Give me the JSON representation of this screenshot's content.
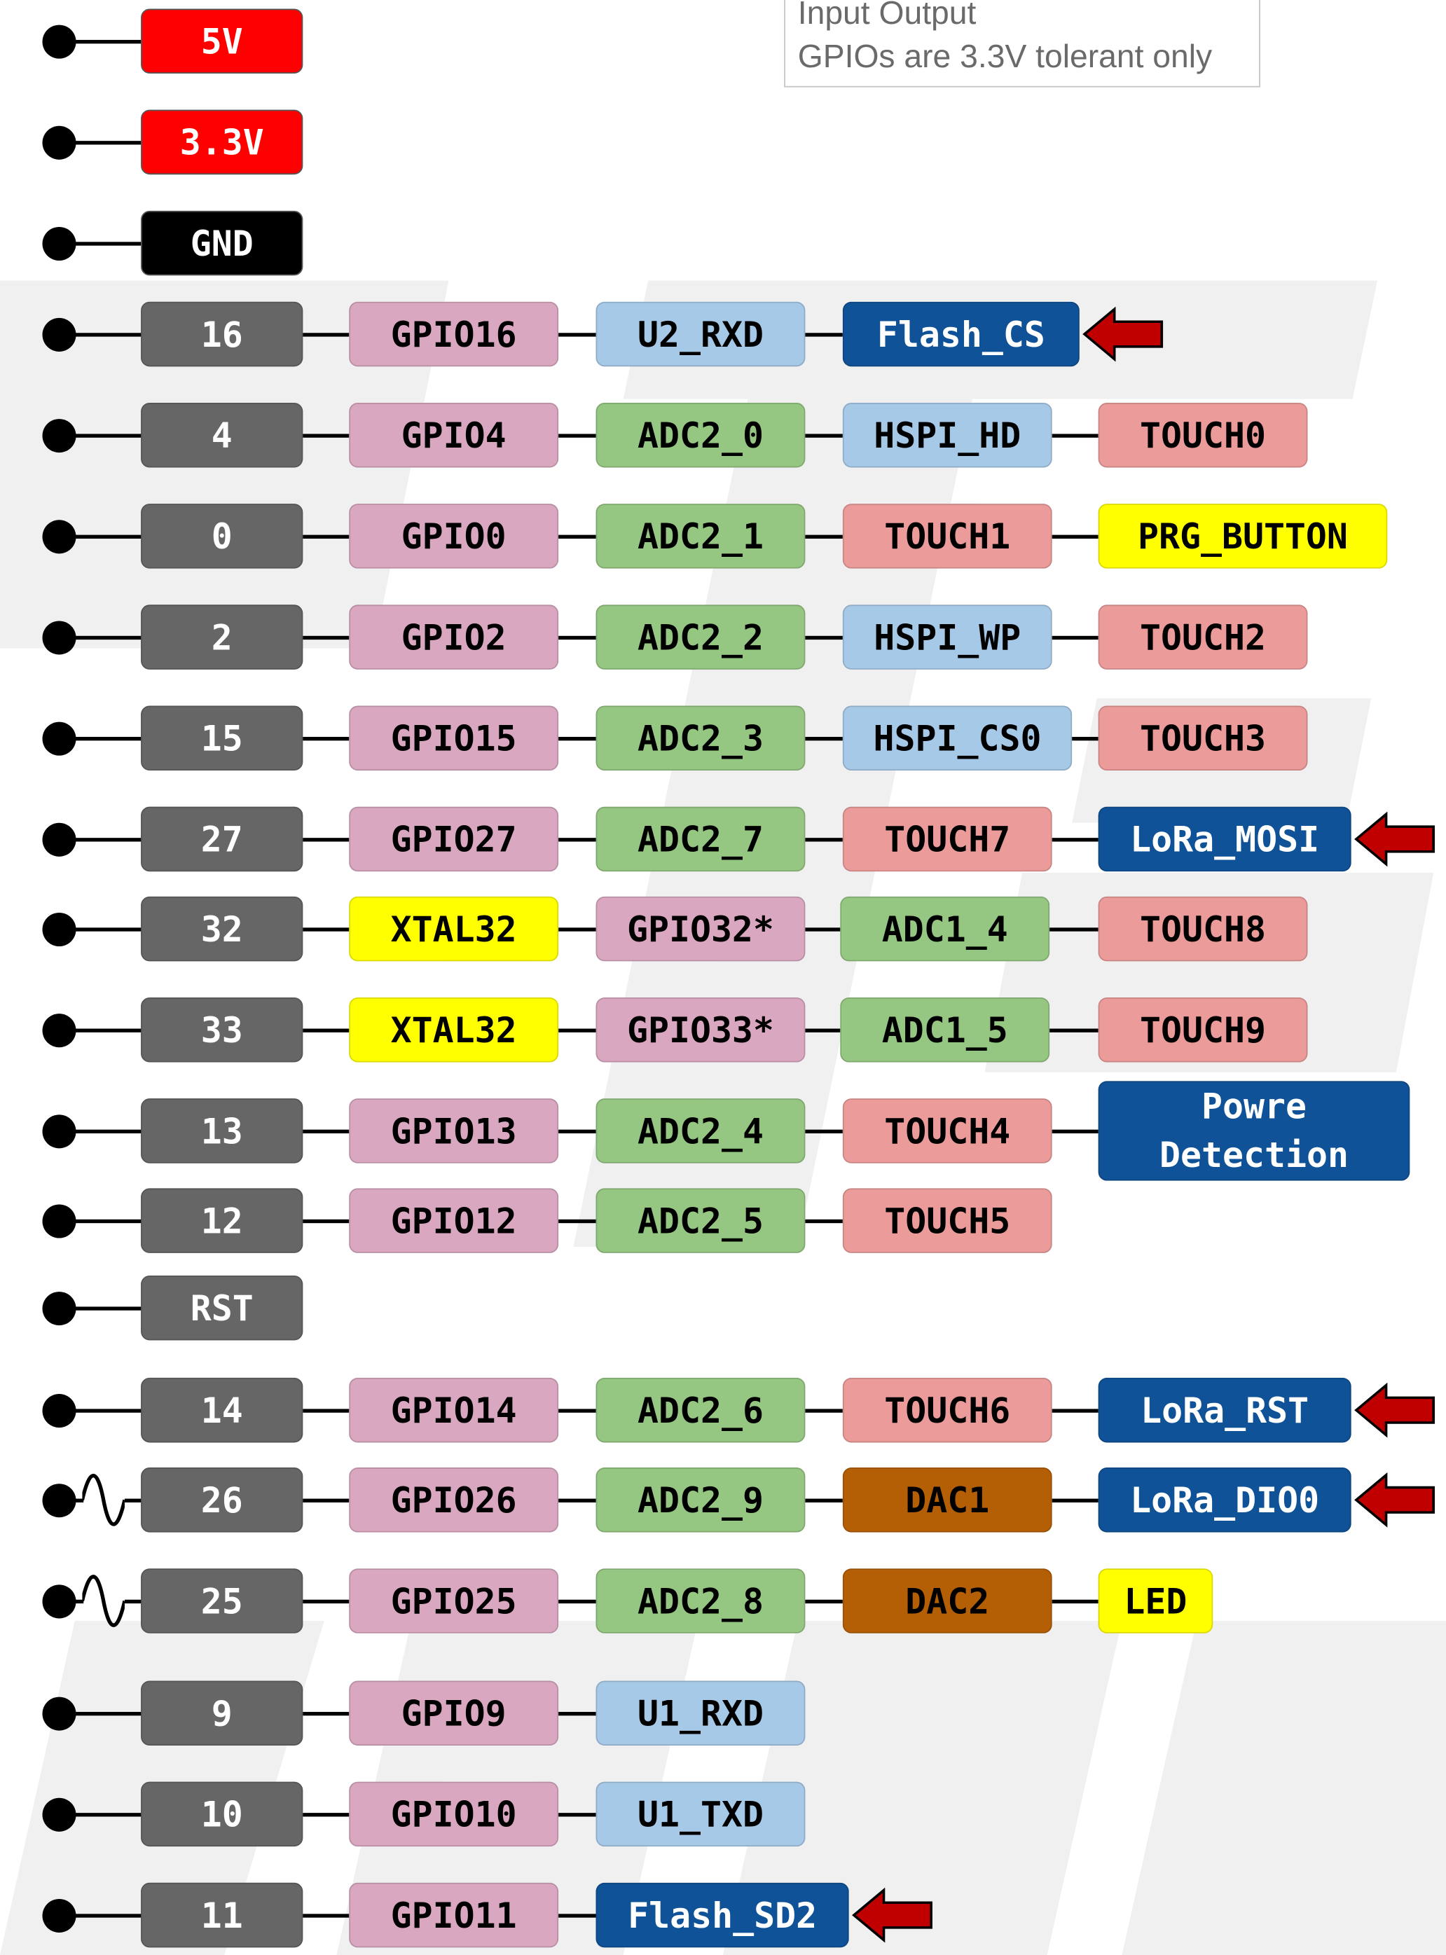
{
  "colors": {
    "power": "#ff0000",
    "ground": "#000000",
    "pin": "#666666",
    "gpio": "#d9a7c0",
    "serial": "#a7c9e8",
    "adc": "#95c682",
    "touch": "#eb9c9a",
    "xtal": "#ffff00",
    "dac": "#b45f06",
    "board": "#0f5297",
    "button": "#ffff00",
    "arrow": "#c00000"
  },
  "note": {
    "line1": "Input Output",
    "line2": "GPIOs are 3.3V tolerant only"
  },
  "rows": [
    {
      "pin": "5V",
      "pin_style": "power",
      "labels": []
    },
    {
      "pin": "3.3V",
      "pin_style": "power",
      "labels": []
    },
    {
      "pin": "GND",
      "pin_style": "ground",
      "labels": []
    },
    {
      "pin": "16",
      "pin_style": "pin",
      "labels": [
        {
          "text": "GPIO16",
          "kind": "gpio"
        },
        {
          "text": "U2_RXD",
          "kind": "serial"
        },
        {
          "text": "Flash_CS",
          "kind": "board"
        }
      ],
      "arrow": true
    },
    {
      "pin": "4",
      "pin_style": "pin",
      "labels": [
        {
          "text": "GPIO4",
          "kind": "gpio"
        },
        {
          "text": "ADC2_0",
          "kind": "adc"
        },
        {
          "text": "HSPI_HD",
          "kind": "serial"
        },
        {
          "text": "TOUCH0",
          "kind": "touch"
        }
      ]
    },
    {
      "pin": "0",
      "pin_style": "pin",
      "labels": [
        {
          "text": "GPIO0",
          "kind": "gpio"
        },
        {
          "text": "ADC2_1",
          "kind": "adc"
        },
        {
          "text": "TOUCH1",
          "kind": "touch"
        },
        {
          "text": "PRG_BUTTON",
          "kind": "button"
        }
      ]
    },
    {
      "pin": "2",
      "pin_style": "pin",
      "labels": [
        {
          "text": "GPIO2",
          "kind": "gpio"
        },
        {
          "text": "ADC2_2",
          "kind": "adc"
        },
        {
          "text": "HSPI_WP",
          "kind": "serial"
        },
        {
          "text": "TOUCH2",
          "kind": "touch"
        }
      ]
    },
    {
      "pin": "15",
      "pin_style": "pin",
      "labels": [
        {
          "text": "GPIO15",
          "kind": "gpio"
        },
        {
          "text": "ADC2_3",
          "kind": "adc"
        },
        {
          "text": "HSPI_CS0",
          "kind": "serial"
        },
        {
          "text": "TOUCH3",
          "kind": "touch"
        }
      ]
    },
    {
      "pin": "27",
      "pin_style": "pin",
      "labels": [
        {
          "text": "GPIO27",
          "kind": "gpio"
        },
        {
          "text": "ADC2_7",
          "kind": "adc"
        },
        {
          "text": "TOUCH7",
          "kind": "touch"
        },
        {
          "text": "LoRa_MOSI",
          "kind": "board"
        }
      ],
      "arrow": true
    },
    {
      "pin": "32",
      "pin_style": "pin",
      "labels": [
        {
          "text": "XTAL32",
          "kind": "xtal"
        },
        {
          "text": "GPIO32*",
          "kind": "gpio"
        },
        {
          "text": "ADC1_4",
          "kind": "adc"
        },
        {
          "text": "TOUCH8",
          "kind": "touch"
        }
      ]
    },
    {
      "pin": "33",
      "pin_style": "pin",
      "labels": [
        {
          "text": "XTAL32",
          "kind": "xtal"
        },
        {
          "text": "GPIO33*",
          "kind": "gpio"
        },
        {
          "text": "ADC1_5",
          "kind": "adc"
        },
        {
          "text": "TOUCH9",
          "kind": "touch"
        }
      ]
    },
    {
      "pin": "13",
      "pin_style": "pin",
      "labels": [
        {
          "text": "GPIO13",
          "kind": "gpio"
        },
        {
          "text": "ADC2_4",
          "kind": "adc"
        },
        {
          "text": "TOUCH4",
          "kind": "touch"
        },
        {
          "text": "Powre\nDetection",
          "kind": "board"
        }
      ]
    },
    {
      "pin": "12",
      "pin_style": "pin",
      "labels": [
        {
          "text": "GPIO12",
          "kind": "gpio"
        },
        {
          "text": "ADC2_5",
          "kind": "adc"
        },
        {
          "text": "TOUCH5",
          "kind": "touch"
        }
      ]
    },
    {
      "pin": "RST",
      "pin_style": "pin",
      "labels": []
    },
    {
      "pin": "14",
      "pin_style": "pin",
      "labels": [
        {
          "text": "GPIO14",
          "kind": "gpio"
        },
        {
          "text": "ADC2_6",
          "kind": "adc"
        },
        {
          "text": "TOUCH6",
          "kind": "touch"
        },
        {
          "text": "LoRa_RST",
          "kind": "board"
        }
      ],
      "arrow": true
    },
    {
      "pin": "26",
      "pin_style": "pin",
      "analog": true,
      "labels": [
        {
          "text": "GPIO26",
          "kind": "gpio"
        },
        {
          "text": "ADC2_9",
          "kind": "adc"
        },
        {
          "text": "DAC1",
          "kind": "dac"
        },
        {
          "text": "LoRa_DIO0",
          "kind": "board"
        }
      ],
      "arrow": true
    },
    {
      "pin": "25",
      "pin_style": "pin",
      "analog": true,
      "labels": [
        {
          "text": "GPIO25",
          "kind": "gpio"
        },
        {
          "text": "ADC2_8",
          "kind": "adc"
        },
        {
          "text": "DAC2",
          "kind": "dac"
        },
        {
          "text": "LED",
          "kind": "button"
        }
      ]
    },
    {
      "pin": "9",
      "pin_style": "pin",
      "labels": [
        {
          "text": "GPIO9",
          "kind": "gpio"
        },
        {
          "text": "U1_RXD",
          "kind": "serial"
        }
      ]
    },
    {
      "pin": "10",
      "pin_style": "pin",
      "labels": [
        {
          "text": "GPIO10",
          "kind": "gpio"
        },
        {
          "text": "U1_TXD",
          "kind": "serial"
        }
      ]
    },
    {
      "pin": "11",
      "pin_style": "pin",
      "labels": [
        {
          "text": "GPIO11",
          "kind": "gpio"
        },
        {
          "text": "Flash_SD2",
          "kind": "board"
        }
      ],
      "arrow": true
    }
  ]
}
